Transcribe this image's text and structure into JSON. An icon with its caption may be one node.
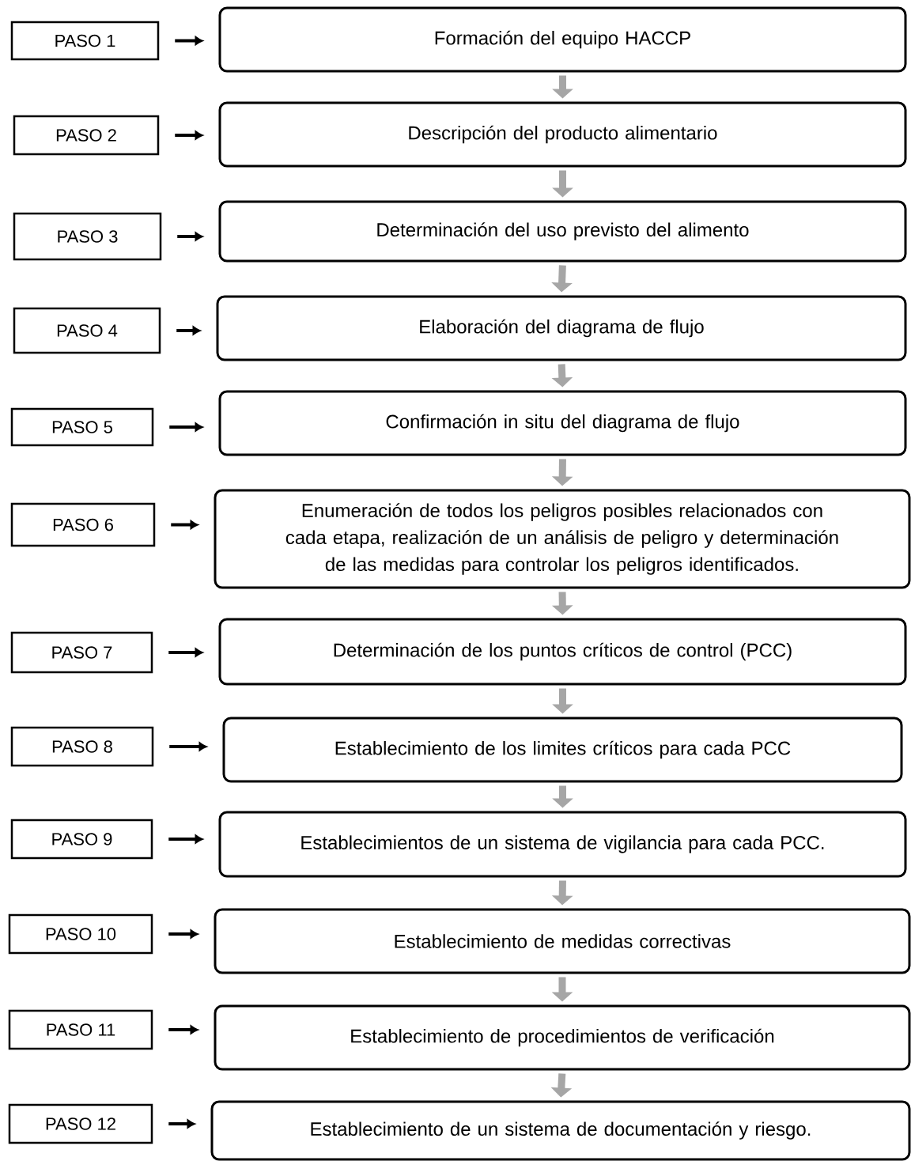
{
  "diagram": {
    "nodes": [
      {
        "text": [
          "PASO 1"
        ]
      },
      {
        "text": [
          "Formación del equipo HACCP"
        ]
      },
      {
        "text": [
          "PASO 2"
        ]
      },
      {
        "text": [
          "Descripción del producto alimentario"
        ]
      },
      {
        "text": [
          "PASO 3"
        ]
      },
      {
        "text": [
          "Determinación del uso previsto del alimento"
        ]
      },
      {
        "text": [
          "PASO 4"
        ]
      },
      {
        "text": [
          "Elaboración del diagrama de flujo"
        ]
      },
      {
        "text": [
          "PASO 5"
        ]
      },
      {
        "text": [
          "Confirmación in situ del diagrama de flujo"
        ]
      },
      {
        "text": [
          "PASO 6"
        ]
      },
      {
        "text": [
          "Enumeración de todos los peligros posibles relacionados con cada etapa, realización de un análisis de peligro y determinación de las medidas para controlar los peligros identificados."
        ]
      },
      {
        "text": [
          "PASO 7"
        ]
      },
      {
        "text": [
          "Determinación de los puntos críticos de control (PCC)"
        ]
      },
      {
        "text": [
          "PASO 8"
        ]
      },
      {
        "text": [
          "Establecimiento de los limites críticos para cada PCC"
        ]
      },
      {
        "text": [
          "PASO 9"
        ]
      },
      {
        "text": [
          "Establecimientos de un sistema de vigilancia para cada PCC."
        ]
      },
      {
        "text": [
          "PASO 10"
        ]
      },
      {
        "text": [
          "Establecimiento de medidas correctivas"
        ]
      },
      {
        "text": [
          "PASO 11"
        ]
      },
      {
        "text": [
          "Establecimiento de procedimientos de verificación"
        ]
      },
      {
        "text": [
          "PASO 12"
        ]
      },
      {
        "text": [
          "Establecimiento de un sistema de documentación y riesgo."
        ]
      }
    ],
    "edges": [
      {
        "from": 0,
        "to": 1,
        "arrow": "to"
      },
      {
        "from": 2,
        "to": 3,
        "arrow": "to"
      },
      {
        "from": 4,
        "to": 5,
        "arrow": "to"
      },
      {
        "from": 6,
        "to": 7,
        "arrow": "to"
      },
      {
        "from": 8,
        "to": 9,
        "arrow": "to"
      },
      {
        "from": 10,
        "to": 11,
        "arrow": "to"
      },
      {
        "from": 12,
        "to": 13,
        "arrow": "to"
      },
      {
        "from": 14,
        "to": 15,
        "arrow": "to"
      },
      {
        "from": 16,
        "to": 17,
        "arrow": "to"
      },
      {
        "from": 18,
        "to": 19,
        "arrow": "to"
      },
      {
        "from": 20,
        "to": 21,
        "arrow": "to"
      },
      {
        "from": 22,
        "to": 23,
        "arrow": "to"
      },
      {
        "from": 1,
        "to": 3,
        "arrow": "to",
        "style": "thick",
        "color": "#a6a6a6"
      },
      {
        "from": 3,
        "to": 5,
        "arrow": "to",
        "style": "thick",
        "color": "#a6a6a6"
      },
      {
        "from": 5,
        "to": 7,
        "arrow": "to",
        "style": "thick",
        "color": "#a6a6a6"
      },
      {
        "from": 7,
        "to": 9,
        "arrow": "to",
        "style": "thick",
        "color": "#a6a6a6"
      },
      {
        "from": 9,
        "to": 11,
        "arrow": "to",
        "style": "thick",
        "color": "#a6a6a6"
      },
      {
        "from": 11,
        "to": 13,
        "arrow": "to",
        "style": "thick",
        "color": "#a6a6a6"
      },
      {
        "from": 13,
        "to": 15,
        "arrow": "to",
        "style": "thick",
        "color": "#a6a6a6"
      },
      {
        "from": 15,
        "to": 17,
        "arrow": "to",
        "style": "thick",
        "color": "#a6a6a6"
      },
      {
        "from": 17,
        "to": 19,
        "arrow": "to",
        "style": "thick",
        "color": "#a6a6a6"
      },
      {
        "from": 19,
        "to": 21,
        "arrow": "to",
        "style": "thick",
        "color": "#a6a6a6"
      },
      {
        "from": 21,
        "to": 23,
        "arrow": "to",
        "style": "thick",
        "color": "#a6a6a6"
      }
    ]
  }
}
